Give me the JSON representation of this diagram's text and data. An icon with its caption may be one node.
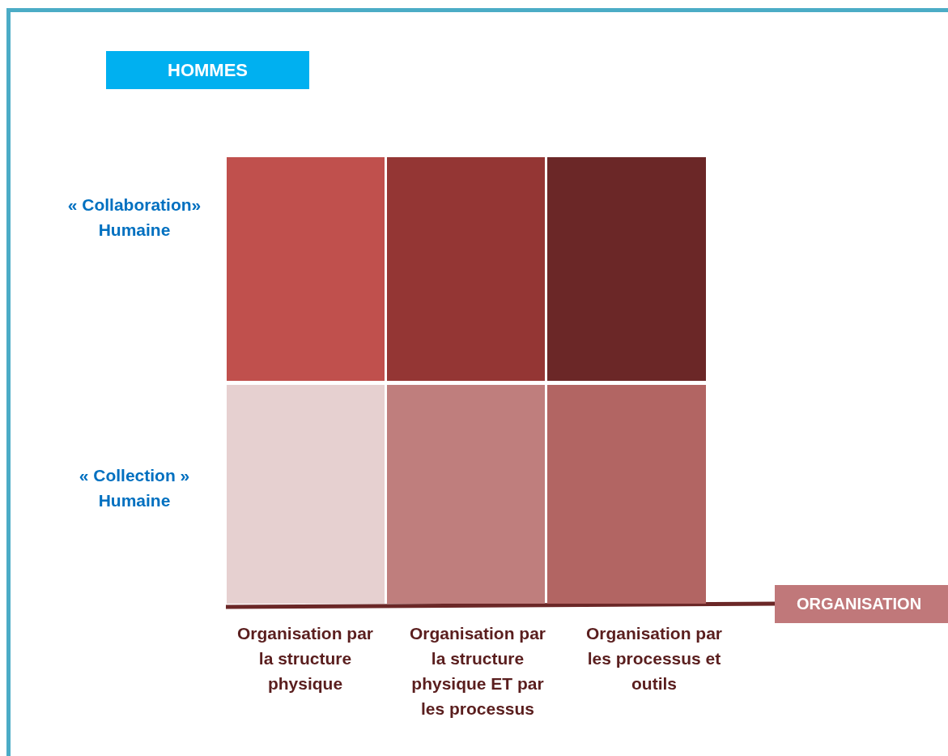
{
  "diagram": {
    "nodes": [
      {
        "text": [
          "HOMMES"
        ]
      },
      {
        "text": [],
        "shape": "box"
      },
      {
        "text": [],
        "shape": "box"
      },
      {
        "text": [],
        "shape": "box"
      },
      {
        "text": [],
        "shape": "box"
      },
      {
        "text": [],
        "shape": "box"
      },
      {
        "text": [],
        "shape": "box"
      },
      {
        "text": [
          "ORGANISATION"
        ]
      }
    ],
    "edges": [],
    "labels": [
      "« Collaboration» Humaine",
      "« Collection » Humaine",
      "Organisation par la structure physique",
      "Organisation par la structure physique ET par les processus",
      "Organisation par les processus et outils"
    ]
  }
}
